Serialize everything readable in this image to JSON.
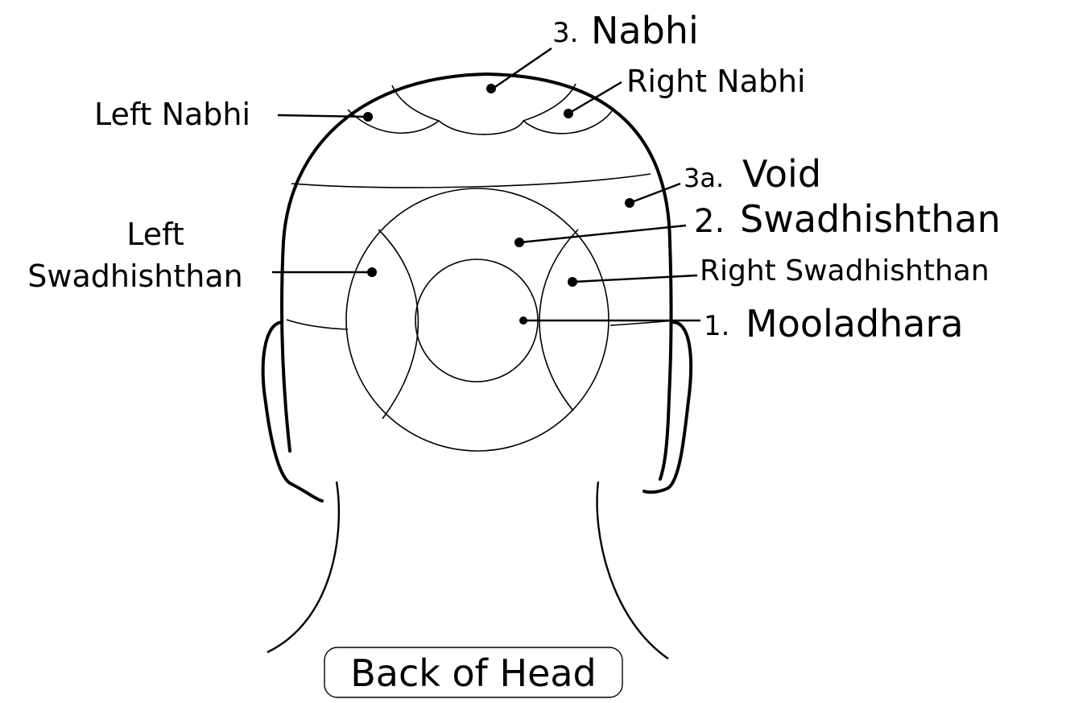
{
  "labels": {
    "nabhi_num": "3.",
    "nabhi": "Nabhi",
    "right_nabhi": "Right Nabhi",
    "left_nabhi": "Left Nabhi",
    "void_num": "3a.",
    "void": "Void",
    "swadhishthan_num": "2.",
    "swadhishthan": "Swadhishthan",
    "left_swadhishthan_line1": "Left",
    "left_swadhishthan_line2": "Swadhishthan",
    "right_swadhishthan": "Right Swadhishthan",
    "mooladhara_num": "1.",
    "mooladhara": "Mooladhara"
  },
  "caption": "Back of Head",
  "colors": {
    "line": "#000000",
    "background": "#ffffff"
  }
}
